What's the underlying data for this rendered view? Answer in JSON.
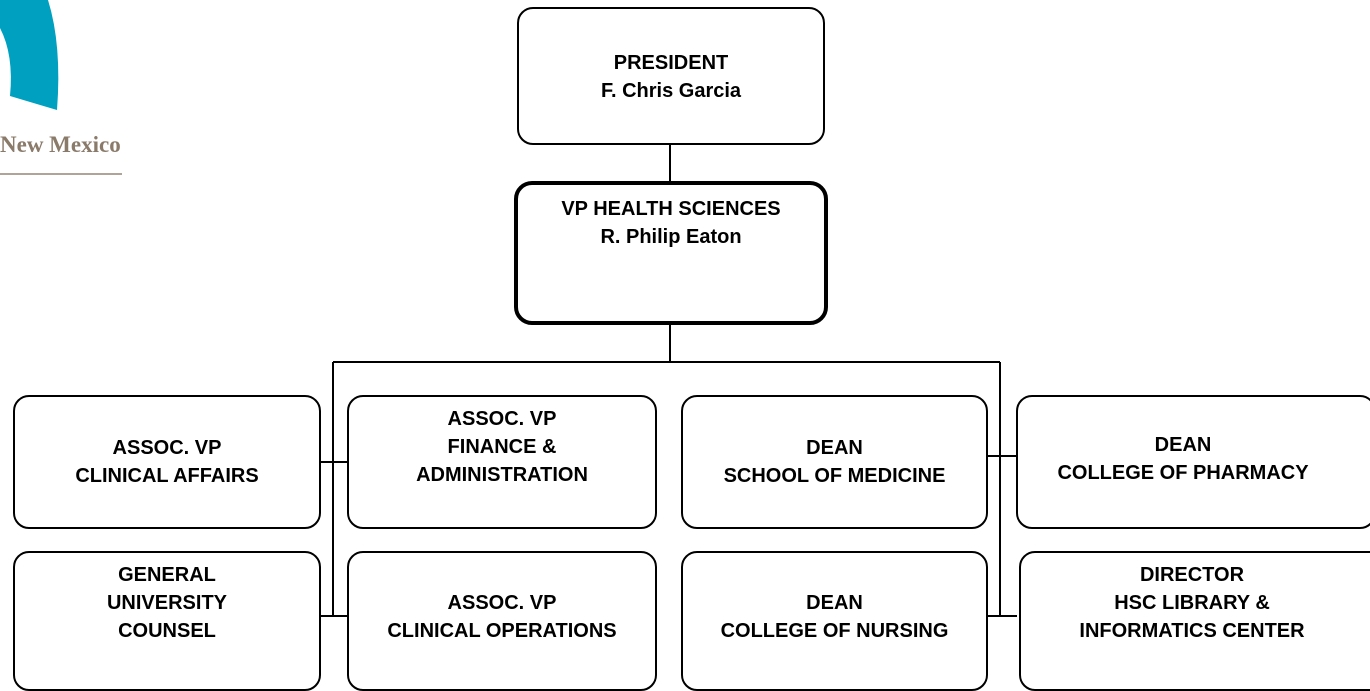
{
  "logo": {
    "text": "New Mexico",
    "icon": "unm-logo-arc-icon",
    "colors": {
      "arc": "#00a0c0",
      "text": "#8a7a6a",
      "rule": "#b0a498"
    }
  },
  "nodes": {
    "president": {
      "title": "PRESIDENT",
      "name": "F. Chris Garcia"
    },
    "vp_health": {
      "title": "VP HEALTH SCIENCES",
      "name": "R. Philip Eaton"
    },
    "assoc_vp_clinical_affairs": [
      "ASSOC. VP",
      "CLINICAL AFFAIRS"
    ],
    "assoc_vp_finance": [
      "ASSOC. VP",
      "FINANCE &",
      "ADMINISTRATION"
    ],
    "dean_medicine": [
      "DEAN",
      "SCHOOL OF MEDICINE"
    ],
    "dean_pharmacy": [
      "DEAN",
      "COLLEGE OF PHARMACY"
    ],
    "general_counsel": [
      "GENERAL",
      "UNIVERSITY",
      "COUNSEL"
    ],
    "assoc_vp_clinical_ops": [
      "ASSOC. VP",
      "CLINICAL OPERATIONS"
    ],
    "dean_nursing": [
      "DEAN",
      "COLLEGE OF NURSING"
    ],
    "director_library": [
      "DIRECTOR",
      "HSC LIBRARY &",
      "INFORMATICS CENTER"
    ]
  }
}
